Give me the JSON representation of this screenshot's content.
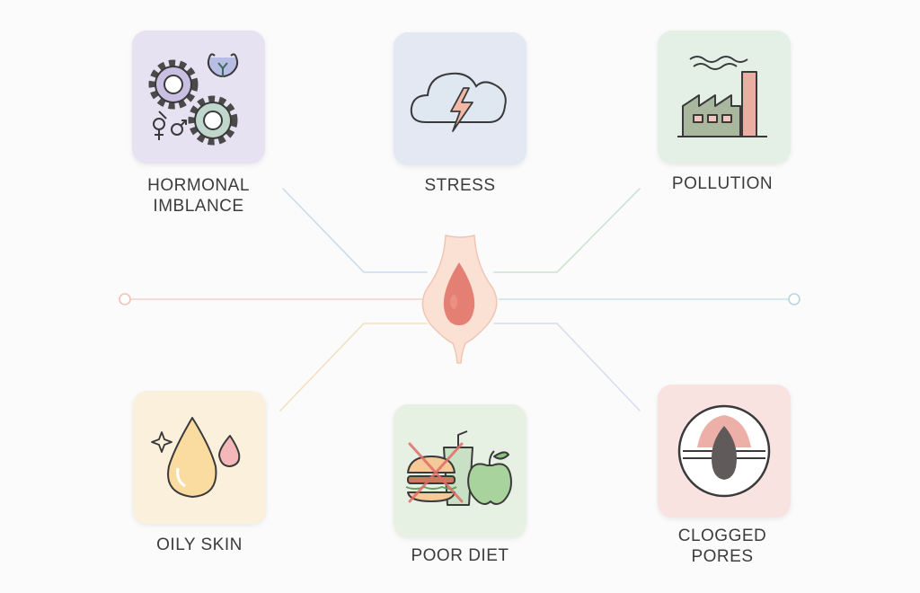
{
  "factors": {
    "hormonal": {
      "line1": "HORMONAL",
      "line2": "IMBLANCE",
      "icon": "gears-hormone-icon",
      "tile_color": "#e6e2f2"
    },
    "stress": {
      "label": "STRESS",
      "icon": "storm-cloud-icon",
      "tile_color": "#e3e8f2"
    },
    "pollution": {
      "label": "POLLUTION",
      "icon": "factory-icon",
      "tile_color": "#e4efe6"
    },
    "oily_skin": {
      "label": "OILY SKIN",
      "icon": "oil-drop-icon",
      "tile_color": "#fbf0dc"
    },
    "poor_diet": {
      "label": "POOR DIET",
      "icon": "junk-food-apple-icon",
      "tile_color": "#e6f1e4"
    },
    "clogged_pores": {
      "line1": "CLOGGED",
      "line2": "PORES",
      "icon": "clogged-pore-icon",
      "tile_color": "#f8e3e0"
    }
  },
  "center": {
    "icon": "acne-pimple-icon"
  }
}
